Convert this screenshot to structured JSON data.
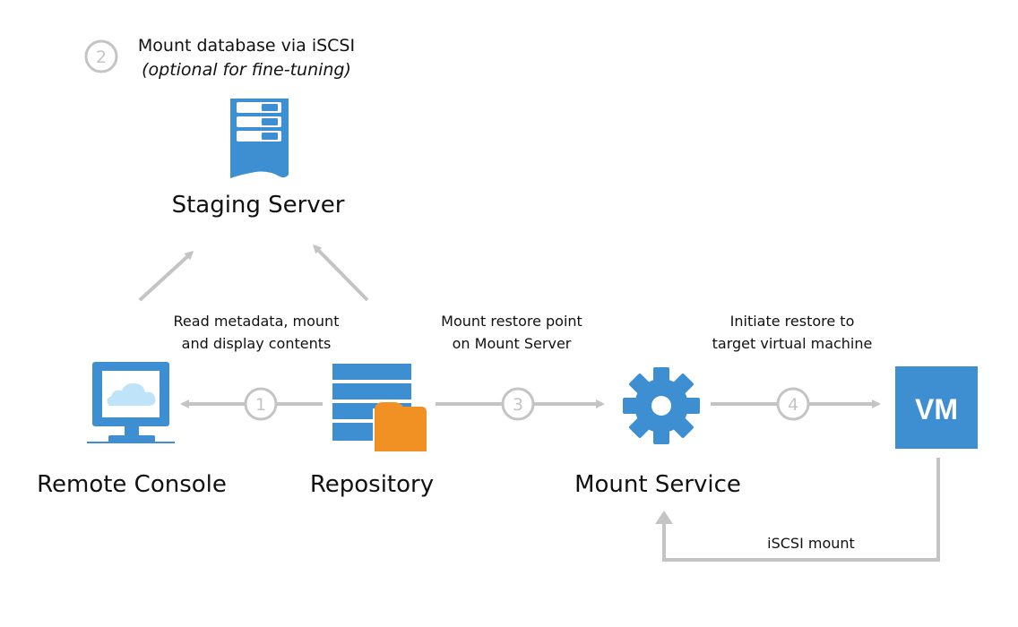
{
  "nodes": {
    "staging_server": {
      "label": "Staging Server"
    },
    "remote_console": {
      "label": "Remote Console"
    },
    "repository": {
      "label": "Repository"
    },
    "mount_service": {
      "label": "Mount Service"
    },
    "vm": {
      "label": "VM"
    }
  },
  "steps": {
    "step1": {
      "number": "1"
    },
    "step2": {
      "number": "2",
      "title": "Mount database via iSCSI",
      "subtitle": "(optional for fine-tuning)"
    },
    "step3": {
      "number": "3"
    },
    "step4": {
      "number": "4"
    }
  },
  "captions": {
    "read_metadata": {
      "line1": "Read metadata, mount",
      "line2": "and display contents"
    },
    "mount_restore": {
      "line1": "Mount restore point",
      "line2": "on Mount Server"
    },
    "initiate_restore": {
      "line1": "Initiate restore to",
      "line2": "target virtual machine"
    },
    "iscsi_mount": {
      "line1": "iSCSI mount"
    }
  },
  "colors": {
    "blue": "#3d8fd1",
    "orange": "#f29123",
    "arrow_gray": "#c4c4c4",
    "circle_gray": "#c4c4c4",
    "text": "#111111"
  },
  "icons": {
    "staging_server": "server-icon",
    "remote_console": "monitor-cloud-icon",
    "repository": "database-folder-icon",
    "mount_service": "gear-icon",
    "vm": "vm-box-icon"
  }
}
